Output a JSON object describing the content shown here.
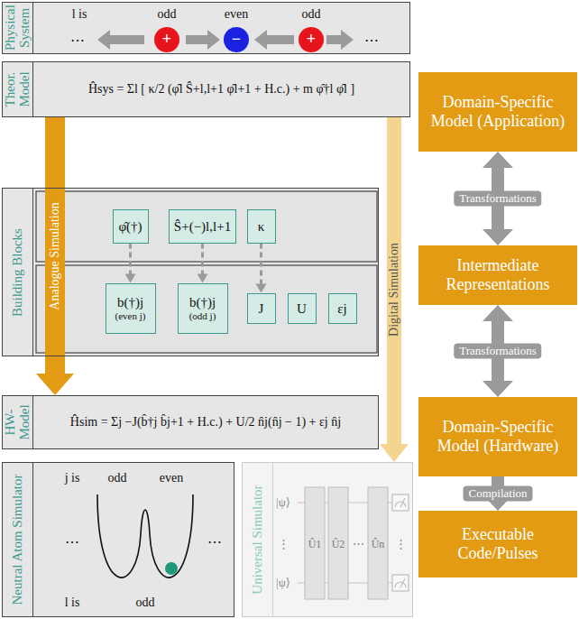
{
  "diagram": {
    "nodes": [
      {
        "text": [
          "Physical System"
        ]
      },
      {
        "text": [
          "Theor. Model",
          "Ĥsys = Σl [ κ/2 (φ̂l Ŝ+l,l+1 φ̂l+1 + H.c.) + m φ̂†l φ̂l ]"
        ]
      },
      {
        "text": [
          "Building Blocks"
        ]
      },
      {
        "text": [
          "φ̂(†)"
        ],
        "in": 2
      },
      {
        "text": [
          "Ŝ+(−)l,l+1"
        ],
        "in": 2
      },
      {
        "text": [
          "κ"
        ],
        "in": 2
      },
      {
        "text": [
          "b(†)j",
          "(even j)"
        ],
        "in": 2
      },
      {
        "text": [
          "b(†)j",
          "(odd j)"
        ],
        "in": 2
      },
      {
        "text": [
          "J"
        ],
        "in": 2
      },
      {
        "text": [
          "U"
        ],
        "in": 2
      },
      {
        "text": [
          "εj"
        ],
        "in": 2
      },
      {
        "text": [
          "HW-Model",
          "Ĥsim = Σj −J(b̂†j b̂j+1 + H.c.) + U/2 n̂j(n̂j − 1) + εj n̂j"
        ]
      },
      {
        "text": [
          "Neutral Atom Simulator"
        ]
      },
      {
        "text": [
          "Universal Simulator"
        ]
      },
      {
        "text": [
          "Domain-Specific Model (Application)"
        ]
      },
      {
        "text": [
          "Intermediate Representations"
        ]
      },
      {
        "text": [
          "Domain-Specific Model (Hardware)"
        ]
      },
      {
        "text": [
          "Executable Code/Pulses"
        ]
      }
    ],
    "edges": [
      {
        "from": 1,
        "to": 11,
        "arrow": "to",
        "label": "Analogue Simulation"
      },
      {
        "from": 1,
        "to": 13,
        "arrow": "to",
        "label": "Digital Simulation"
      },
      {
        "from": 3,
        "to": 6,
        "arrow": "to"
      },
      {
        "from": 4,
        "to": 7,
        "arrow": "to"
      },
      {
        "from": 5,
        "to": 8,
        "arrow": "to"
      },
      {
        "from": 14,
        "to": 15,
        "arrow": "both",
        "label": "Transformations"
      },
      {
        "from": 15,
        "to": 16,
        "arrow": "both",
        "label": "Transformations"
      },
      {
        "from": 16,
        "to": 17,
        "arrow": "to",
        "label": "Compilation"
      }
    ],
    "labels": [
      "l is",
      "odd",
      "even",
      "odd",
      "⋯",
      "+",
      "−",
      "+",
      "⋯",
      "j is",
      "odd",
      "even",
      "⋯",
      "⋯",
      "l is",
      "odd",
      "|ψ⟩",
      "⋮",
      "|ψ⟩",
      "Û1",
      "Û2",
      "⋯",
      "Ûn",
      "⋮"
    ]
  }
}
